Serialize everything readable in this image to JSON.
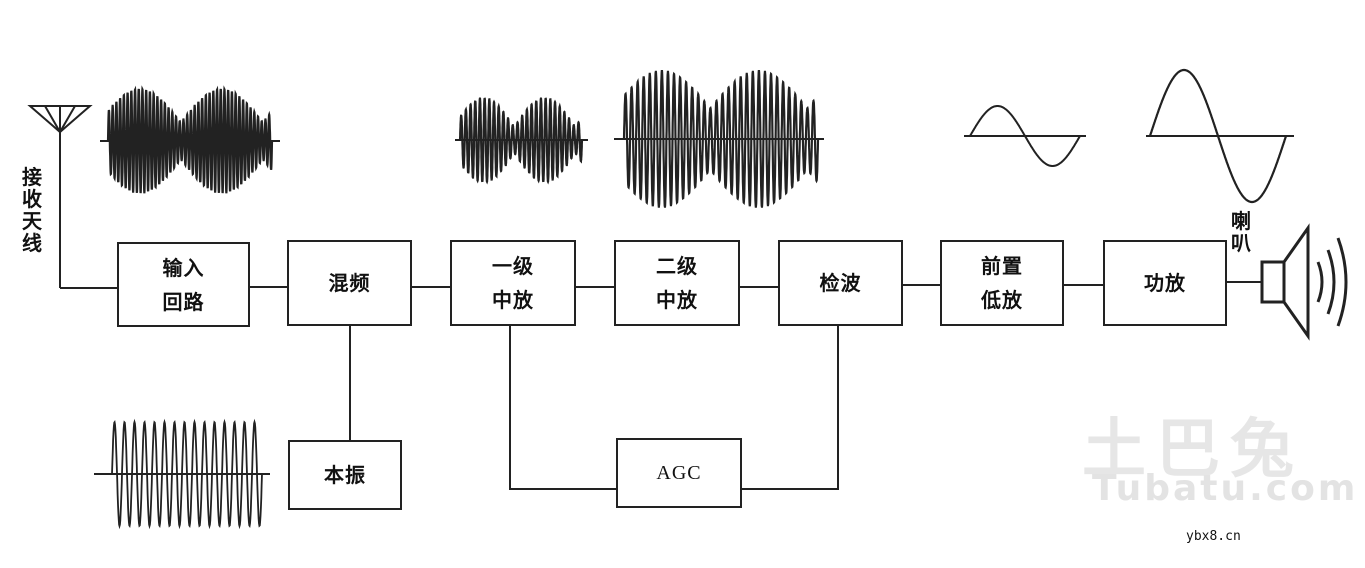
{
  "antenna_label": [
    "接",
    "收",
    "天",
    "线"
  ],
  "speaker_label": [
    "喇",
    "叭"
  ],
  "blocks": {
    "input": [
      "输入",
      "回路"
    ],
    "mixer": [
      "混频"
    ],
    "if1": [
      "一级",
      "中放"
    ],
    "if2": [
      "二级",
      "中放"
    ],
    "detect": [
      "检波"
    ],
    "preamp": [
      "前置",
      "低放"
    ],
    "power": [
      "功放"
    ],
    "lo": [
      "本振"
    ],
    "agc": [
      "AGC"
    ]
  },
  "watermark": {
    "cn": "土巴兔",
    "en": "Tubatu.com"
  },
  "site": "ybx8.cn"
}
